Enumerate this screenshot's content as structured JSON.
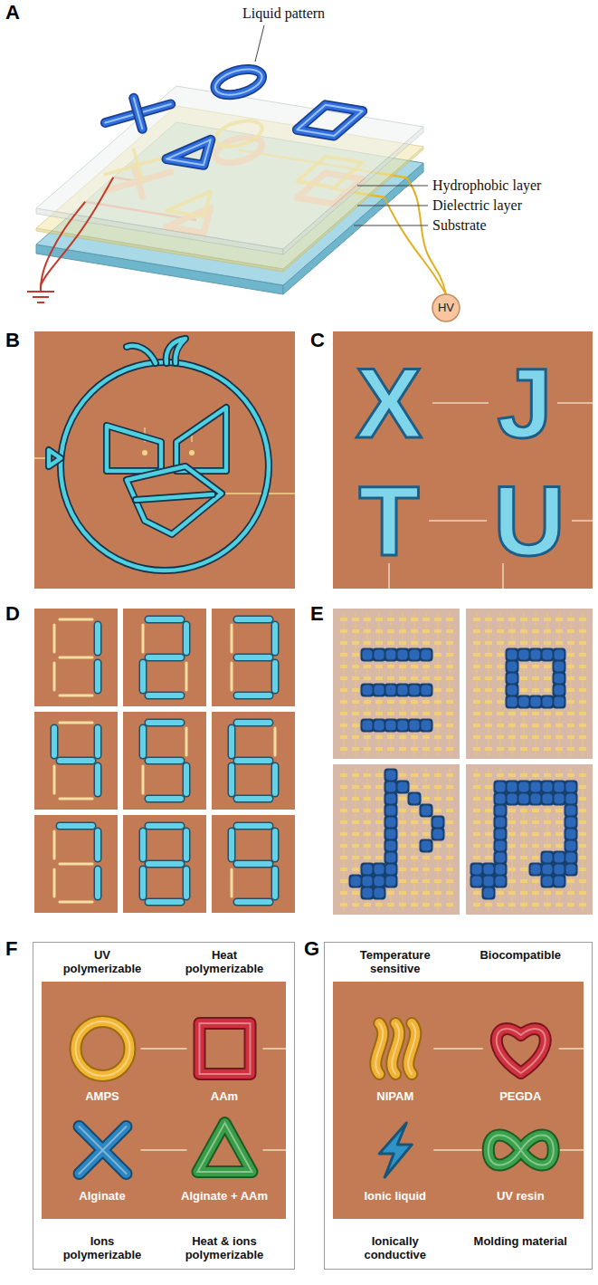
{
  "diagram": {
    "nodes": [
      {
        "text": [
          "UV polymerizable",
          "Heat polymerizable",
          "AMPS",
          "AAm",
          "Alginate",
          "Alginate + AAm",
          "Ions polymerizable",
          "Heat & ions polymerizable"
        ]
      },
      {
        "text": [
          "Temperature sensitive",
          "Biocompatible",
          "NIPAM",
          "PEGDA",
          "Ionic liquid",
          "UV resin",
          "Ionically conductive",
          "Molding material"
        ]
      }
    ],
    "labels": [
      "A",
      "Liquid pattern",
      "Hydrophobic layer",
      "Dielectric layer",
      "Substrate",
      "HV",
      "B",
      "C",
      "X",
      "J",
      "T",
      "U",
      "D",
      "E",
      "F",
      "G"
    ]
  }
}
